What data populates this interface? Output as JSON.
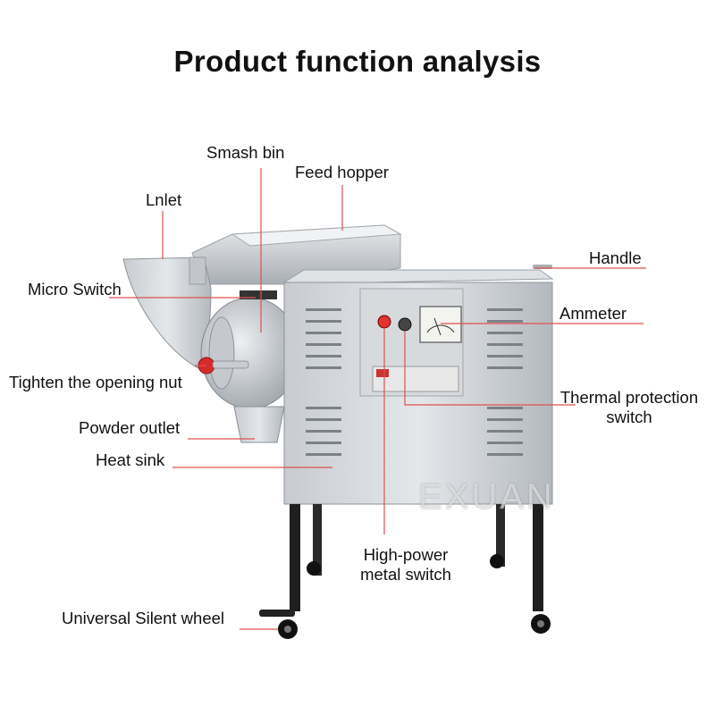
{
  "title": "Product function analysis",
  "watermark": "EXUAN",
  "labels": {
    "smash_bin": "Smash bin",
    "feed_hopper": "Feed hopper",
    "inlet": "Lnlet",
    "handle": "Handle",
    "micro_switch": "Micro Switch",
    "ammeter": "Ammeter",
    "tighten_nut": "Tighten the opening nut",
    "thermal_line1": "Thermal protection",
    "thermal_line2": "switch",
    "powder_outlet": "Powder outlet",
    "heat_sink": "Heat sink",
    "high_power_line1": "High-power",
    "high_power_line2": "metal switch",
    "wheel": "Universal Silent wheel"
  },
  "colors": {
    "leader_line": "#d9534f",
    "steel_light": "#d9dcdf",
    "steel_mid": "#b9bec3",
    "steel_dark": "#8e949a",
    "knob_red": "#d62b2b"
  }
}
